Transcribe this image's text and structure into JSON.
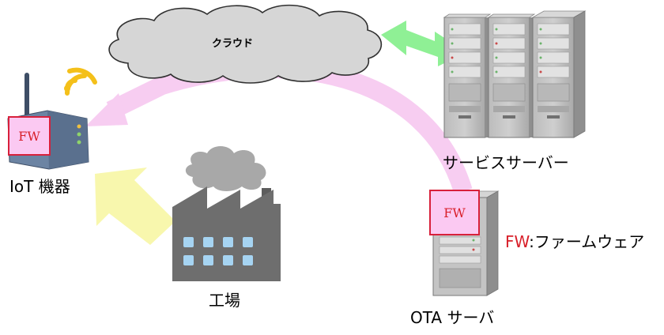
{
  "cloud": {
    "label": "クラウド"
  },
  "nodes": {
    "iot": {
      "label": "IoT 機器"
    },
    "factory": {
      "label": "工場"
    },
    "service_server": {
      "label": "サービスサーバー"
    },
    "ota_server": {
      "label": "OTA サーバ"
    }
  },
  "fw_badge": {
    "text": "FW"
  },
  "legend": {
    "abbr": "FW",
    "separator": ":",
    "meaning": "ファームウェア"
  },
  "colors": {
    "fw_red": "#d8202a",
    "fw_fill": "#fbc9f2",
    "arc_pink": "#f7cdf1",
    "arrow_yellow": "#f8f7ad",
    "arrow_green": "#8ff095",
    "cloud_gray": "#d6d6d6"
  },
  "icons": [
    "cloud-icon",
    "router-icon",
    "wifi-icon",
    "factory-icon",
    "server-rack-icon",
    "server-tower-icon"
  ]
}
